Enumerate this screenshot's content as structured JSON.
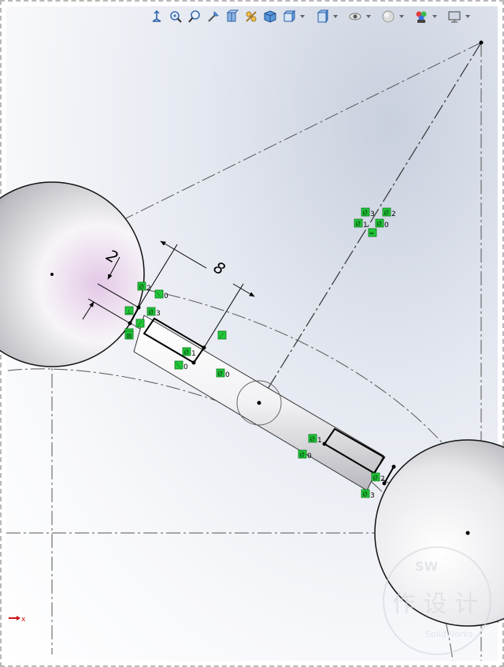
{
  "toolbar": {
    "buttons": [
      {
        "icon": "view-orientation-icon"
      },
      {
        "icon": "zoom-to-fit-icon"
      },
      {
        "icon": "zoom-to-area-icon"
      },
      {
        "icon": "previous-view-icon"
      },
      {
        "icon": "section-view-icon"
      },
      {
        "icon": "dynamic-annotation-icon"
      },
      {
        "icon": "view-orientation-cube-icon"
      },
      {
        "icon": "display-style-icon",
        "dropdown": true
      },
      {
        "icon": "hide-show-items-icon",
        "dropdown": true
      },
      {
        "icon": "edit-appearance-icon",
        "dropdown": true
      },
      {
        "icon": "apply-scene-icon",
        "dropdown": true
      },
      {
        "icon": "view-settings-icon",
        "dropdown": true
      }
    ]
  },
  "dimensions": {
    "thickness": "2",
    "length": "8"
  },
  "relations": [
    {
      "glyph": "Ø",
      "number": "2"
    },
    {
      "glyph": "⟍",
      "number": "0"
    },
    {
      "glyph": "⊥",
      "number": ""
    },
    {
      "glyph": "Ø",
      "number": "3"
    },
    {
      "glyph": "⊥",
      "number": ""
    },
    {
      "glyph": "⟋",
      "number": ""
    },
    {
      "glyph": "⊠",
      "number": ""
    },
    {
      "glyph": "Ø",
      "number": "1"
    },
    {
      "glyph": "⟋",
      "number": ""
    },
    {
      "glyph": "⟍",
      "number": "0"
    },
    {
      "glyph": "Ø",
      "number": "0"
    },
    {
      "glyph": "Ø",
      "number": "3"
    },
    {
      "glyph": "Ø",
      "number": "2"
    },
    {
      "glyph": "Ø",
      "number": "1"
    },
    {
      "glyph": "Ø",
      "number": "0"
    },
    {
      "glyph": "═",
      "number": ""
    },
    {
      "glyph": "Ø",
      "number": "1"
    },
    {
      "glyph": "Ø",
      "number": "0"
    },
    {
      "glyph": "Ø",
      "number": "2"
    },
    {
      "glyph": "Ø",
      "number": "3"
    }
  ],
  "watermark": {
    "chars": "作 设 计",
    "brand": "SolidWorks",
    "badge": "SW"
  },
  "origin_axis": "x",
  "colors": {
    "relation_bg": "#22c63a",
    "relation_border": "#0a7a1a",
    "origin": "#cc1111"
  }
}
